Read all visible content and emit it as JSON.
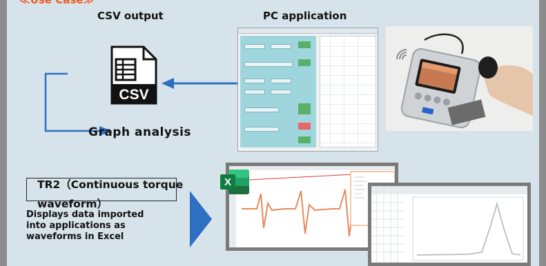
{
  "header": {
    "usecase_label": "≪Use Case≫"
  },
  "csv_section": {
    "title": "CSV output",
    "doc_badge": "CSV",
    "graph_label": "Graph analysis"
  },
  "pc_section": {
    "title": "PC application"
  },
  "excel_section": {
    "tr2_line1": "TR2（Continuous torque",
    "tr2_line2": "waveform）",
    "description_lines": [
      "Displays data imported",
      "into applications as",
      "waveforms in Excel"
    ],
    "excel_icon_letter": "X"
  },
  "colors": {
    "panel_bg": "#d7e3ea",
    "frame": "#8c8c8c",
    "accent_orange": "#ef5a24",
    "arrow_blue": "#2f6fbf",
    "chevron_blue": "#2d6fc0",
    "excel_green": "#1f7a45",
    "waveform_orange": "#e8895e"
  }
}
